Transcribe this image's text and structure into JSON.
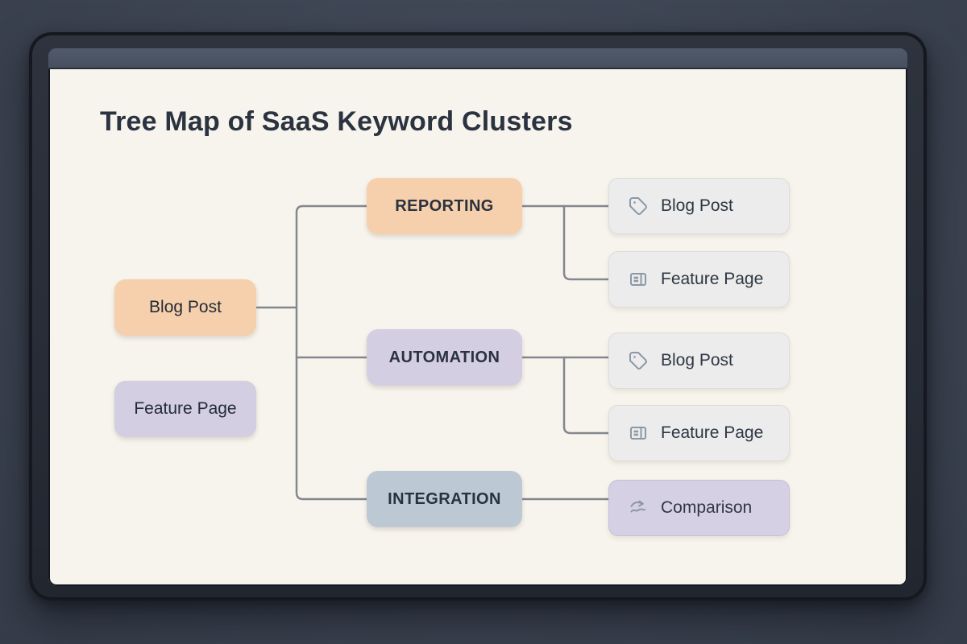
{
  "title": "Tree Map of SaaS Keyword Clusters",
  "colors": {
    "background": "#3d4452",
    "bezel": "#272c36",
    "topbar": "#47505f",
    "screen": "#f7f4ed",
    "peach": "#f6d0ac",
    "lavender": "#d3cee1",
    "bluegray": "#bcc9d4",
    "leaf_gray": "#ebeceb",
    "connector": "#84878d",
    "title_text": "#2b3240",
    "node_text": "#2a3240",
    "icon": "#8c98a6"
  },
  "nodes": {
    "root": {
      "label": "Blog Post",
      "color": "peach"
    },
    "standalone": {
      "label": "Feature Page",
      "color": "lavender"
    },
    "clusters": [
      {
        "label": "REPORTING",
        "color": "peach",
        "children": [
          {
            "label": "Blog Post",
            "icon": "tag-icon"
          },
          {
            "label": "Feature Page",
            "icon": "layout-icon"
          }
        ]
      },
      {
        "label": "AUTOMATION",
        "color": "lavender",
        "children": [
          {
            "label": "Blog Post",
            "icon": "tag-icon"
          },
          {
            "label": "Feature Page",
            "icon": "layout-icon"
          }
        ]
      },
      {
        "label": "INTEGRATION",
        "color": "bluegray",
        "children": [
          {
            "label": "Comparison",
            "icon": "compare-arrows-icon"
          }
        ]
      }
    ]
  }
}
